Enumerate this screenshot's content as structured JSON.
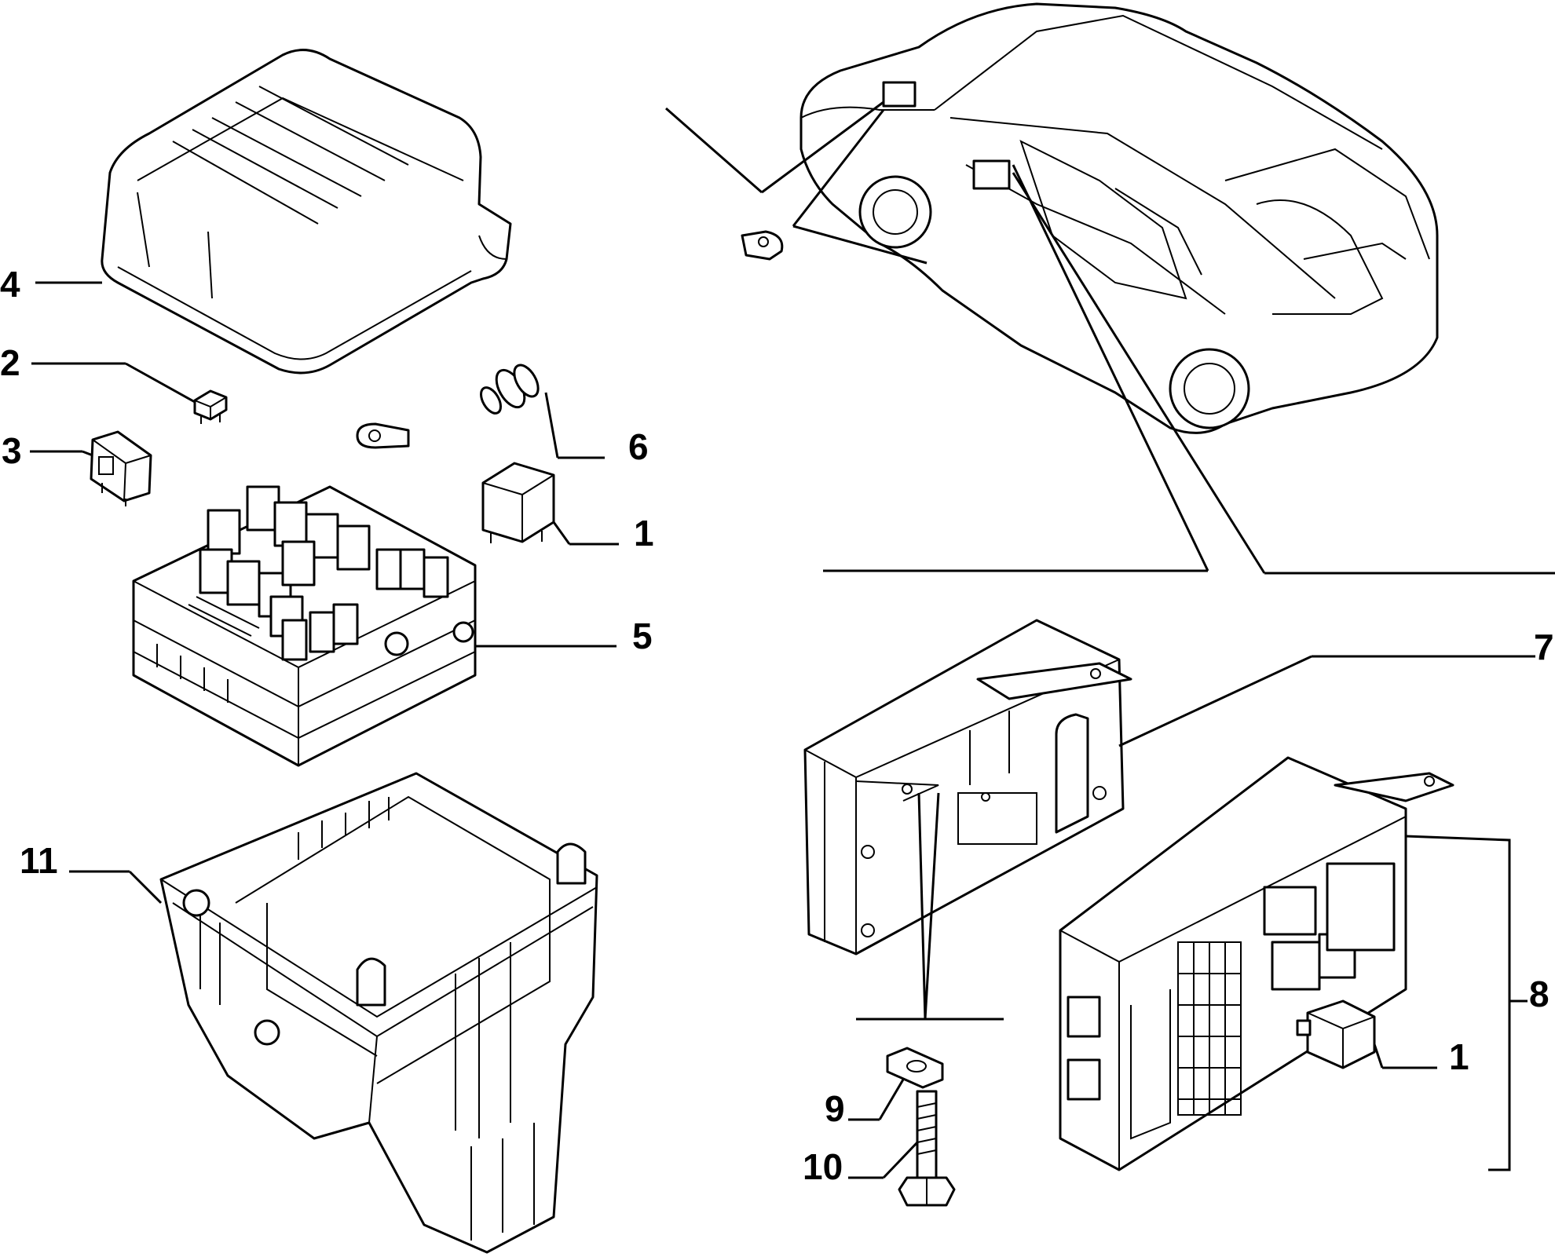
{
  "callouts": [
    {
      "id": "c4a",
      "label": "4"
    },
    {
      "id": "c2",
      "label": "2"
    },
    {
      "id": "c3",
      "label": "3"
    },
    {
      "id": "c6",
      "label": "6"
    },
    {
      "id": "c1a",
      "label": "1"
    },
    {
      "id": "c5",
      "label": "5"
    },
    {
      "id": "c7",
      "label": "7"
    },
    {
      "id": "c11",
      "label": "11"
    },
    {
      "id": "c8",
      "label": "8"
    },
    {
      "id": "c1b",
      "label": "1"
    },
    {
      "id": "c9",
      "label": "9"
    },
    {
      "id": "c10",
      "label": "10"
    }
  ]
}
